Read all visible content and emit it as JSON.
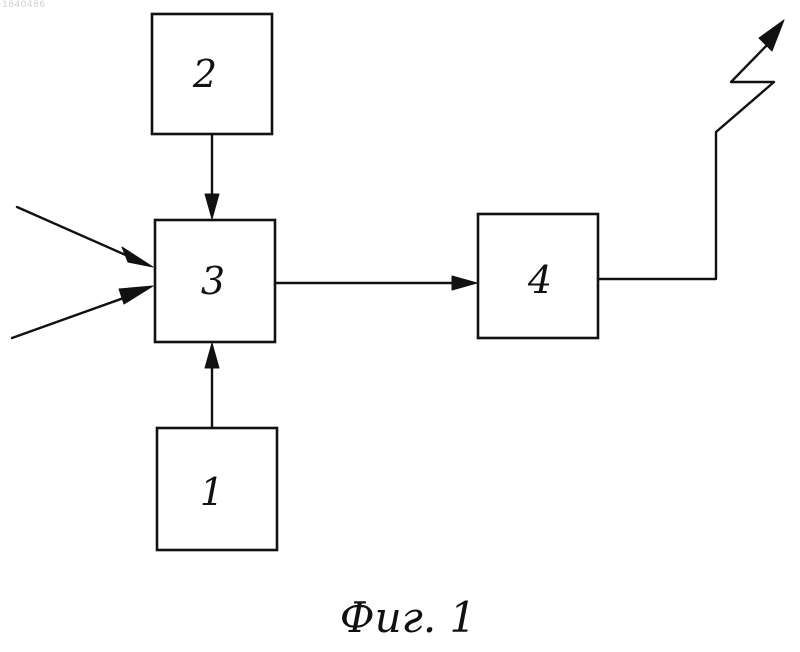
{
  "document_id": "1840486",
  "blocks": [
    {
      "id": "block-1",
      "label": "1"
    },
    {
      "id": "block-2",
      "label": "2"
    },
    {
      "id": "block-3",
      "label": "3"
    },
    {
      "id": "block-4",
      "label": "4"
    }
  ],
  "connections": [
    {
      "from": "block-2",
      "to": "block-3"
    },
    {
      "from": "block-1",
      "to": "block-3"
    },
    {
      "from": "external-input-upper",
      "to": "block-3"
    },
    {
      "from": "external-input-lower",
      "to": "block-3"
    },
    {
      "from": "block-3",
      "to": "block-4"
    },
    {
      "from": "block-4",
      "to": "antenna"
    }
  ],
  "caption": "Фиг. 1"
}
